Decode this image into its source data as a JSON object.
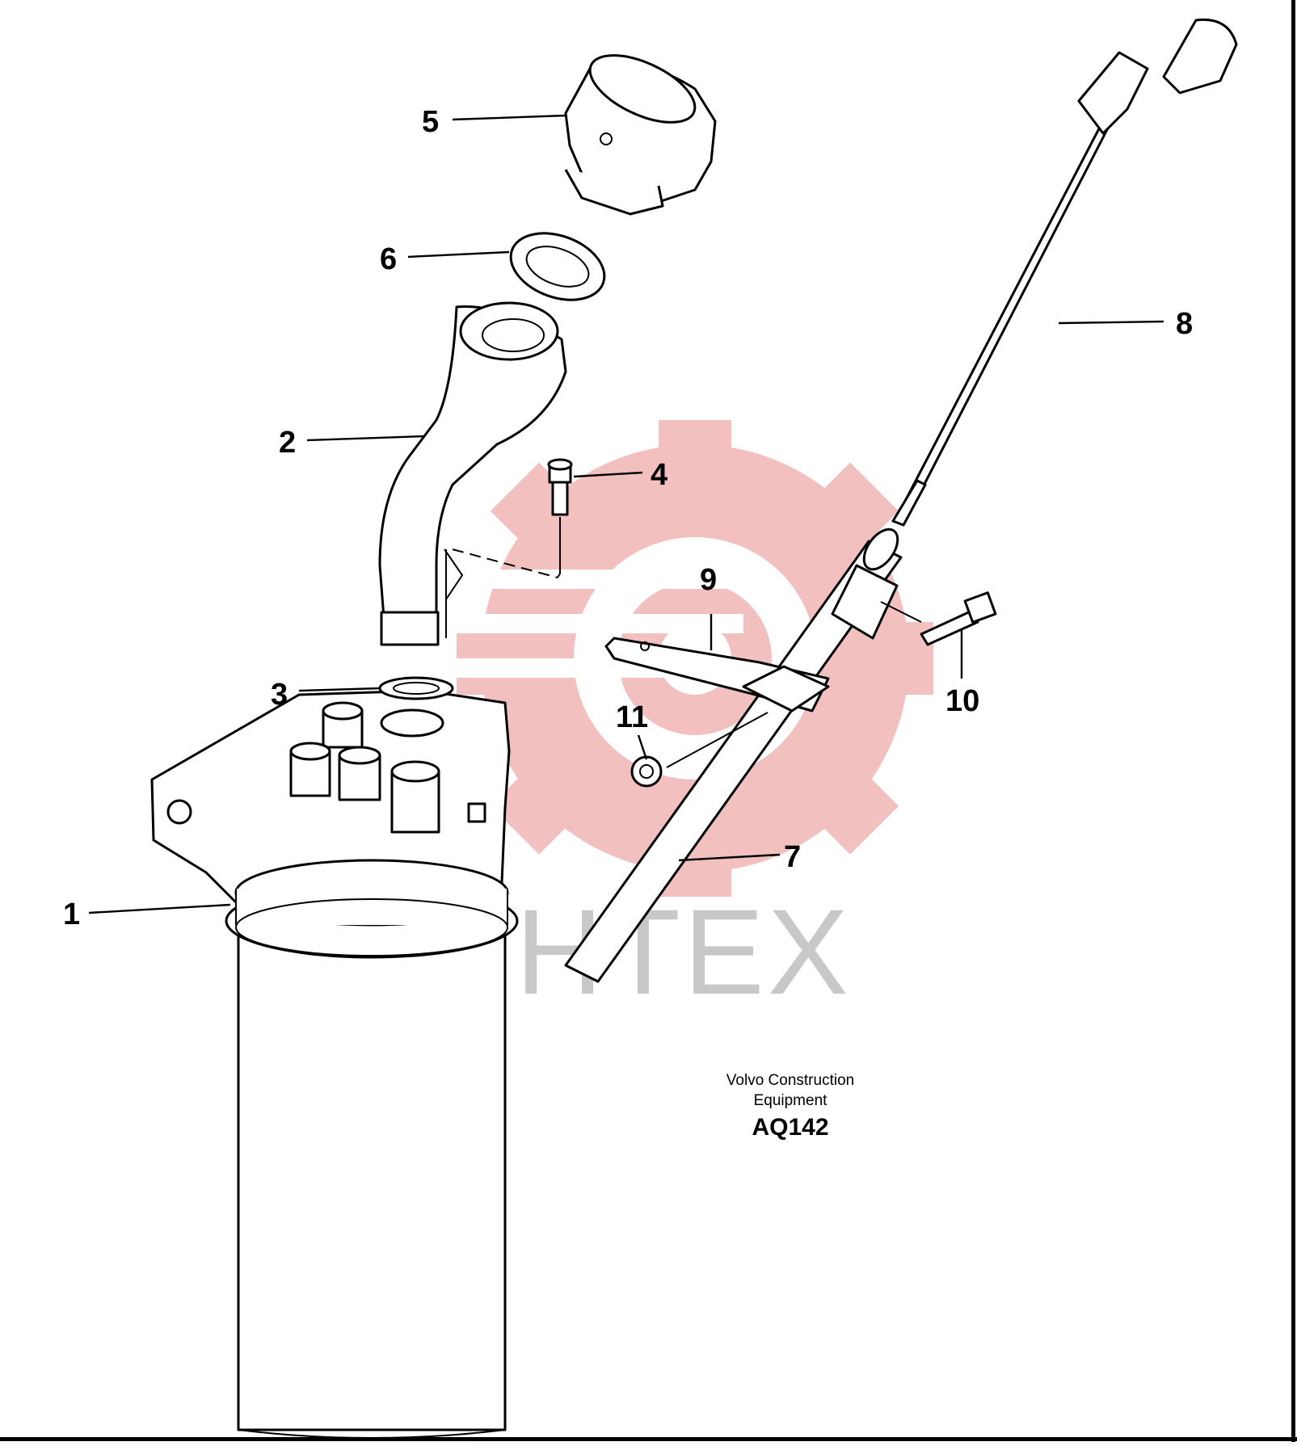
{
  "callouts": [
    {
      "id": "1",
      "label": "1"
    },
    {
      "id": "2",
      "label": "2"
    },
    {
      "id": "3",
      "label": "3"
    },
    {
      "id": "4",
      "label": "4"
    },
    {
      "id": "5",
      "label": "5"
    },
    {
      "id": "6",
      "label": "6"
    },
    {
      "id": "7",
      "label": "7"
    },
    {
      "id": "8",
      "label": "8"
    },
    {
      "id": "9",
      "label": "9"
    },
    {
      "id": "10",
      "label": "10"
    },
    {
      "id": "11",
      "label": "11"
    }
  ],
  "caption": {
    "line1": "Volvo Construction",
    "line2": "Equipment",
    "code": "AQ142"
  },
  "watermark": {
    "text": "ИНТЕХ",
    "gear_color": "#f2b6b6",
    "text_color": "#c8c8c8"
  },
  "colors": {
    "line": "#000000",
    "background": "#ffffff"
  }
}
